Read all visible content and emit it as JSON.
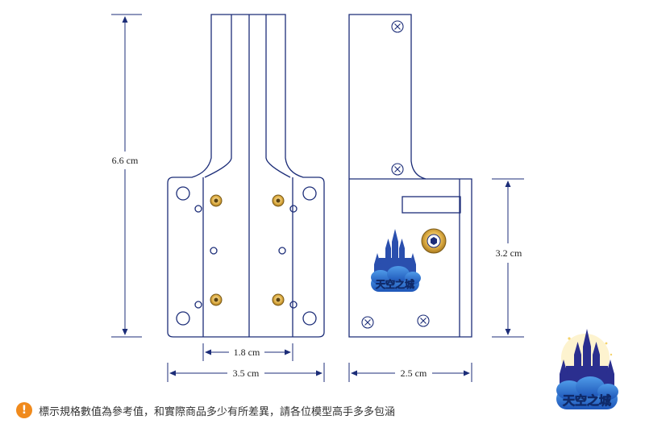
{
  "dimensions": {
    "height_total": "6.6 cm",
    "height_side": "3.2 cm",
    "width_holes": "1.8 cm",
    "width_front": "3.5 cm",
    "width_side": "2.5 cm"
  },
  "logo": {
    "text": "天空之城"
  },
  "note": {
    "text": "標示規格數值為參考值，和實際商品多少有所差異，請各位模型高手多多包涵"
  },
  "colors": {
    "line": "#1c2d78",
    "brass": "#d7a83a",
    "logo_blue": "#1f4fb3"
  }
}
